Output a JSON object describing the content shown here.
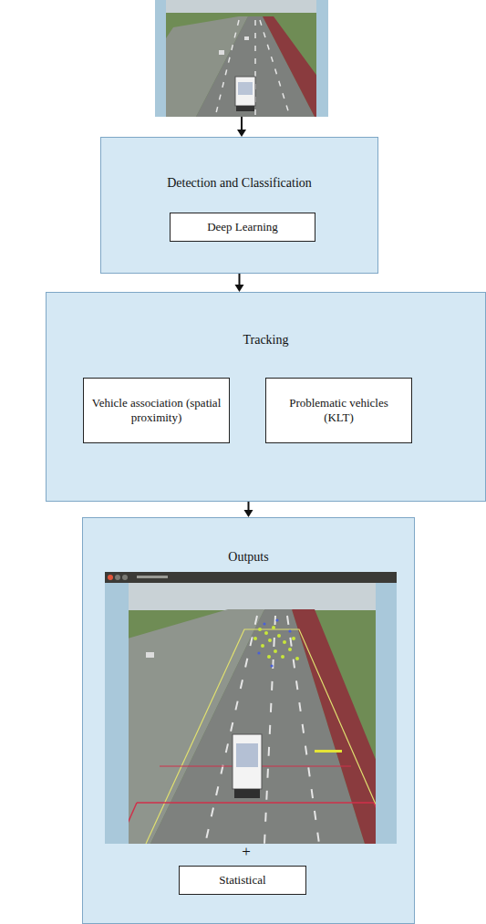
{
  "diagram": {
    "nodes": [
      {
        "text": [
          "Detection and Classification"
        ]
      },
      {
        "text": [
          "Deep Learning"
        ],
        "in": 0
      },
      {
        "text": [
          "Tracking"
        ]
      },
      {
        "text": [
          "Vehicle association (spatial proximity)"
        ],
        "in": 2
      },
      {
        "text": [
          "Problematic vehicles (KLT)"
        ],
        "in": 2
      },
      {
        "text": [
          "Outputs"
        ]
      },
      {
        "text": [
          "Statistical"
        ],
        "in": 5
      }
    ],
    "edges": [
      {
        "from": 0,
        "to": 2,
        "arrow": "to"
      },
      {
        "from": 2,
        "to": 5,
        "arrow": "to"
      }
    ],
    "labels": [
      "+"
    ]
  }
}
